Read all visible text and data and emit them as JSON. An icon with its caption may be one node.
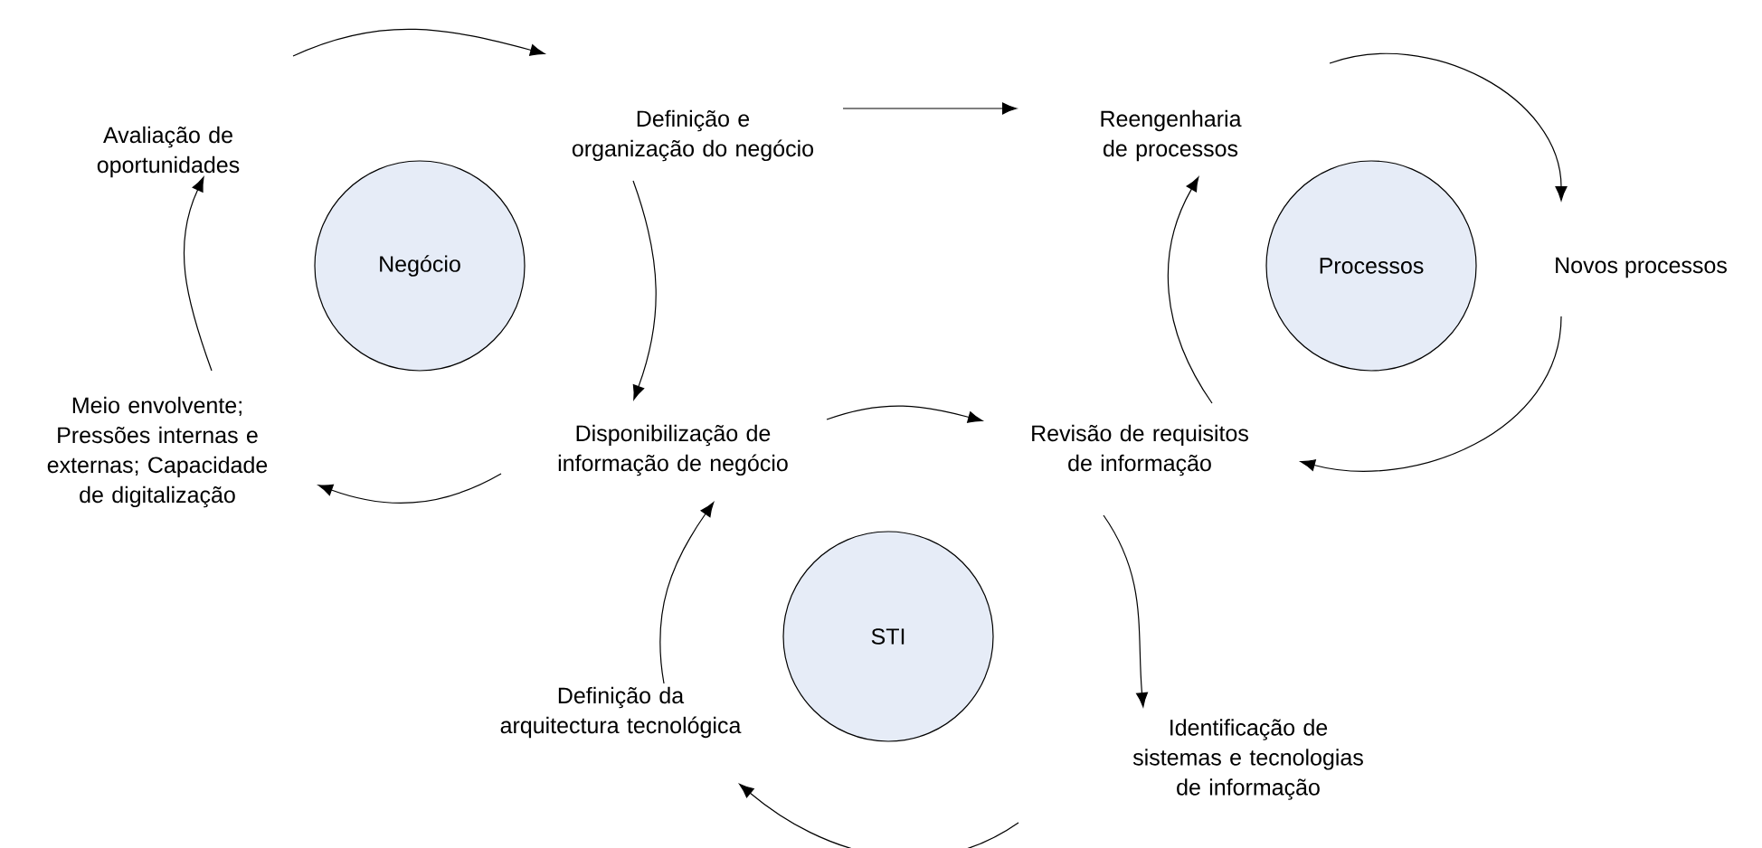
{
  "diagram": {
    "nodes": [
      {
        "text": [
          "Avaliação de oportunidades"
        ]
      },
      {
        "text": [
          "Definição e organização do negócio"
        ]
      },
      {
        "text": [
          "Reengenharia de processos"
        ]
      },
      {
        "text": [
          "Negócio"
        ]
      },
      {
        "text": [
          "Processos"
        ]
      },
      {
        "text": [
          "Novos processos"
        ]
      },
      {
        "text": [
          "Meio envolvente; Pressões internas e externas; Capacidade de digitalização"
        ]
      },
      {
        "text": [
          "Disponibilização de informação de negócio"
        ]
      },
      {
        "text": [
          "Revisão de requisitos de informação"
        ]
      },
      {
        "text": [
          "STI"
        ]
      },
      {
        "text": [
          "Definição da arquitectura tecnológica"
        ]
      },
      {
        "text": [
          "Identificação de sistemas e tecnologias de informação"
        ]
      }
    ],
    "edges": [
      {
        "from": 0,
        "to": 1,
        "arrow": "to"
      },
      {
        "from": 1,
        "to": 7,
        "arrow": "to"
      },
      {
        "from": 7,
        "to": 6,
        "arrow": "to"
      },
      {
        "from": 6,
        "to": 0,
        "arrow": "to"
      },
      {
        "from": 1,
        "to": 2,
        "arrow": "to"
      },
      {
        "from": 2,
        "to": 5,
        "arrow": "to"
      },
      {
        "from": 5,
        "to": 8,
        "arrow": "to"
      },
      {
        "from": 8,
        "to": 2,
        "arrow": "to"
      },
      {
        "from": 7,
        "to": 8,
        "arrow": "to"
      },
      {
        "from": 8,
        "to": 11,
        "arrow": "to"
      },
      {
        "from": 11,
        "to": 10,
        "arrow": "to"
      },
      {
        "from": 10,
        "to": 7,
        "arrow": "to"
      }
    ]
  }
}
